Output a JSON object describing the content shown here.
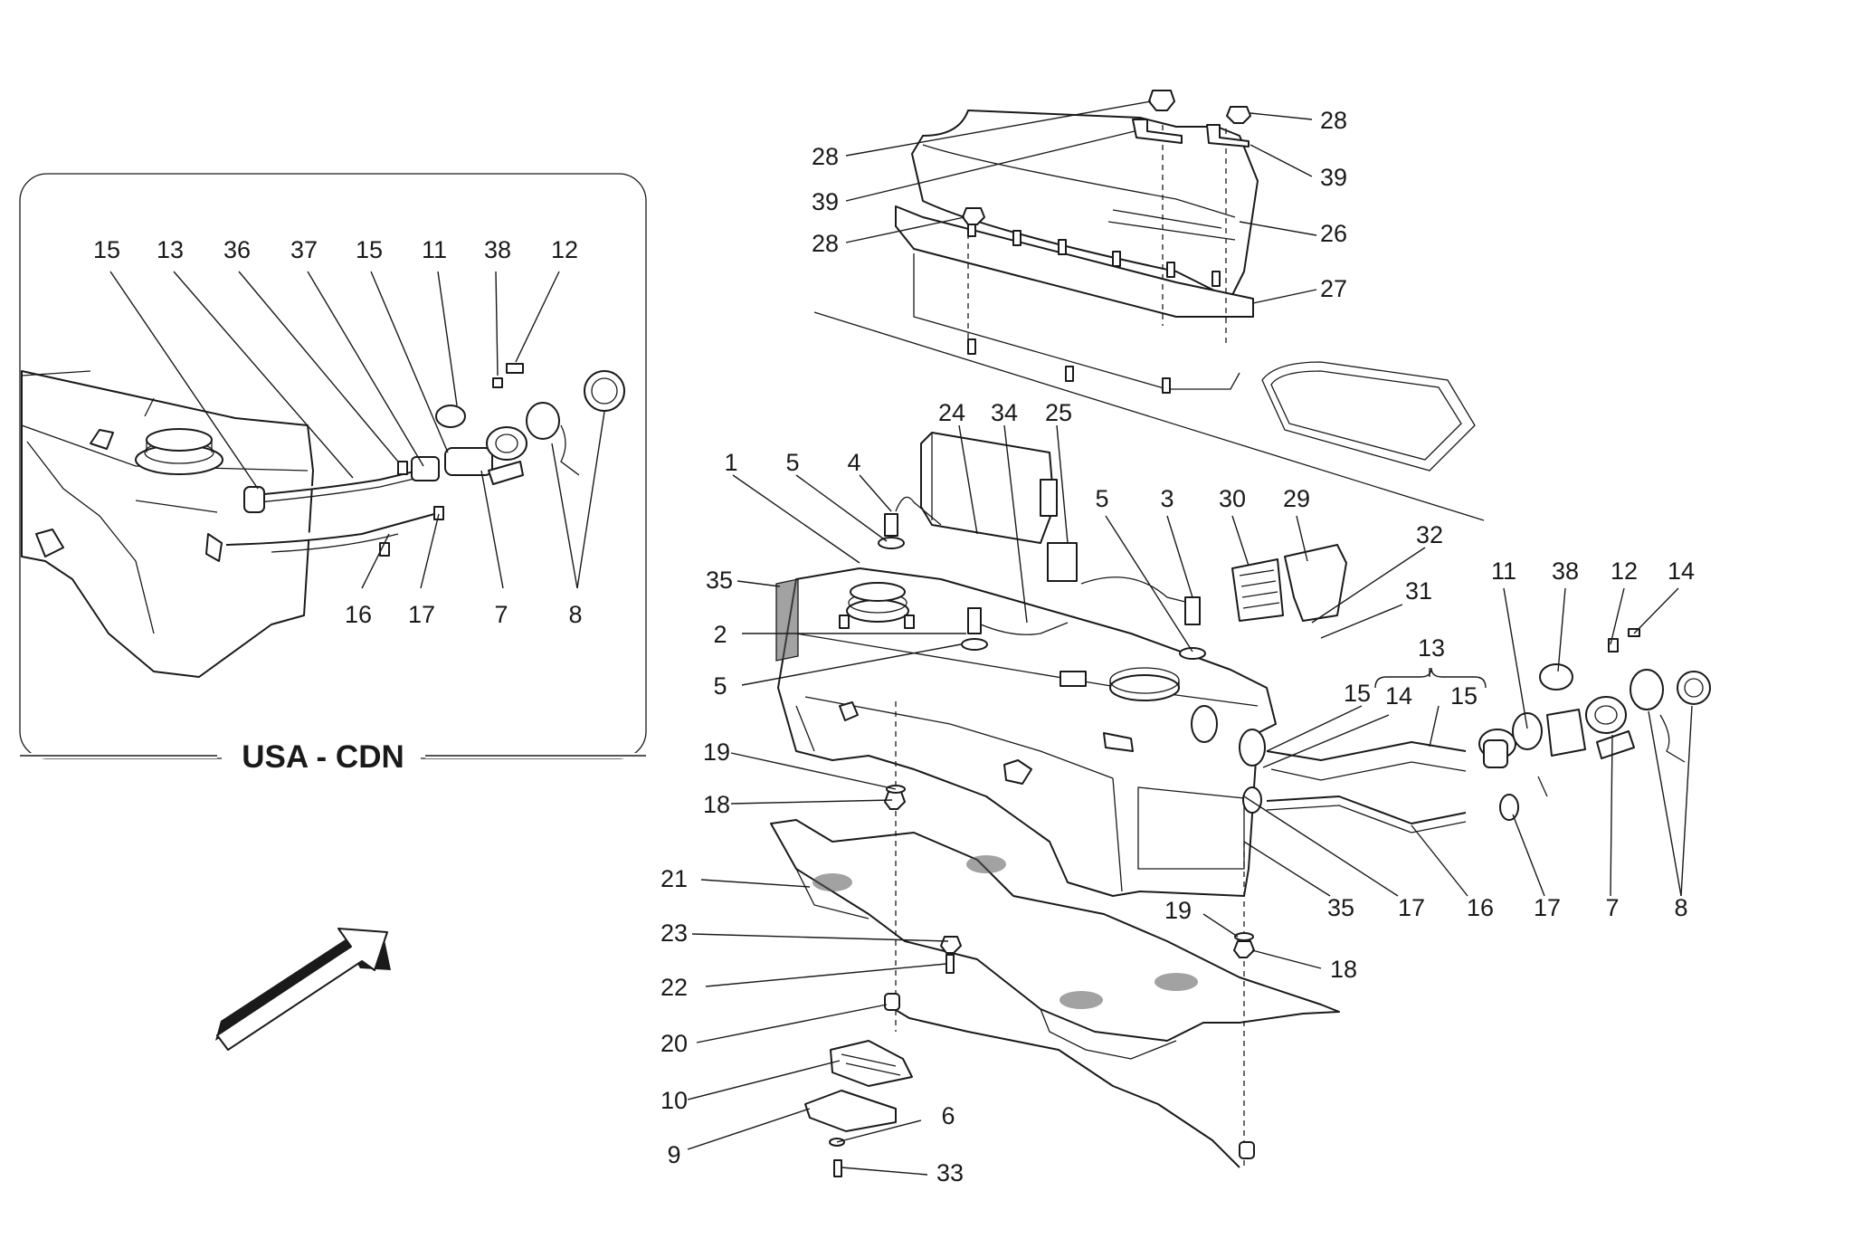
{
  "inset": {
    "caption": "USA - CDN",
    "callouts": [
      "15",
      "13",
      "36",
      "37",
      "15",
      "11",
      "38",
      "12",
      "16",
      "17",
      "7",
      "8"
    ]
  },
  "main": {
    "callouts": [
      "28",
      "39",
      "28",
      "28",
      "39",
      "26",
      "27",
      "24",
      "34",
      "25",
      "1",
      "5",
      "4",
      "5",
      "3",
      "30",
      "29",
      "32",
      "35",
      "31",
      "2",
      "5",
      "13",
      "15",
      "11",
      "38",
      "12",
      "14",
      "14",
      "15",
      "19",
      "18",
      "21",
      "23",
      "22",
      "20",
      "10",
      "9",
      "6",
      "33",
      "35",
      "17",
      "16",
      "17",
      "7",
      "8",
      "19",
      "18"
    ]
  },
  "icons": {
    "view_direction": "arrow-icon"
  }
}
